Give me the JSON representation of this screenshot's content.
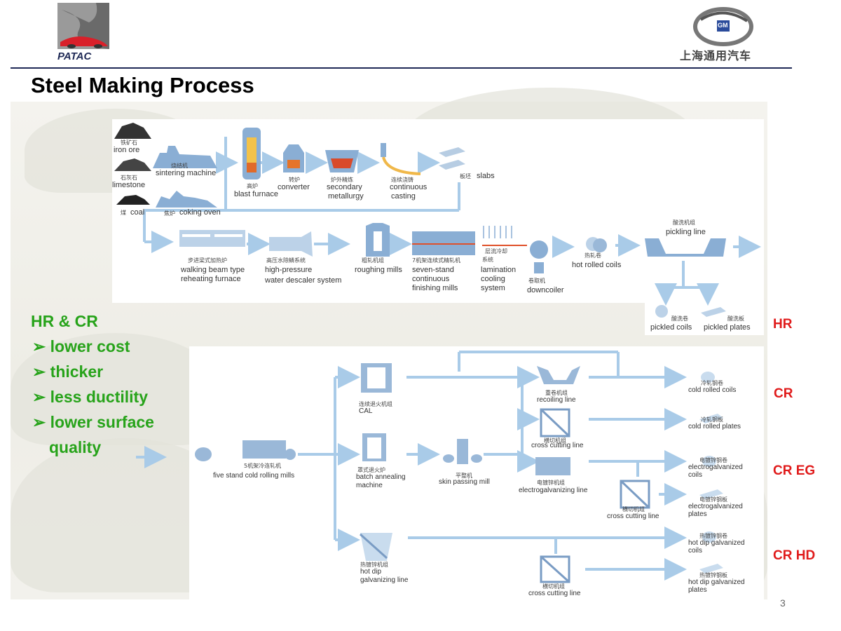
{
  "logo_left": {
    "text": "PATAC"
  },
  "logo_right": {
    "text": "上海通用汽车",
    "badge": "GM"
  },
  "title": "Steel Making Process",
  "page_number": "3",
  "top_flow": {
    "iron_ore": {
      "cn": "铁矿石",
      "en": "iron ore"
    },
    "limestone": {
      "cn": "石灰石",
      "en": "limestone"
    },
    "coal": {
      "cn": "煤",
      "en": "coal"
    },
    "sintering": {
      "cn": "烧结机",
      "en": "sintering machine"
    },
    "coking": {
      "cn": "焦炉",
      "en": "coking oven"
    },
    "blast_furnace": {
      "cn": "高炉",
      "en": "blast furnace"
    },
    "converter": {
      "cn": "转炉",
      "en": "converter"
    },
    "secondary": {
      "cn": "炉外精炼",
      "en1": "secondary",
      "en2": "metallurgy"
    },
    "casting": {
      "cn": "连续浇铸",
      "en1": "continuous",
      "en2": "casting"
    },
    "slabs": {
      "cn": "板坯",
      "en": "slabs"
    }
  },
  "hot_flow": {
    "walking_beam": {
      "cn": "步进梁式加热炉",
      "en1": "walking beam type",
      "en2": "reheating furnace"
    },
    "descaler": {
      "cn": "高压水除鳞系统",
      "en1": "high-pressure",
      "en2": "water descaler system"
    },
    "roughing": {
      "cn": "粗轧机组",
      "en": "roughing mills"
    },
    "finishing": {
      "cn": "7机架连续式精轧机",
      "en1": "seven-stand",
      "en2": "continuous",
      "en3": "finishing mills"
    },
    "cooling": {
      "cn1": "层流冷却",
      "cn2": "系统",
      "en1": "lamination",
      "en2": "cooling",
      "en3": "system"
    },
    "downcoiler": {
      "cn": "卷取机",
      "en": "downcoiler"
    },
    "hot_coils": {
      "cn": "热轧卷",
      "en": "hot rolled coils"
    },
    "pickling": {
      "cn": "酸洗机组",
      "en": "pickling line"
    },
    "pickled_coils": {
      "cn": "酸洗卷",
      "en": "pickled coils"
    },
    "pickled_plates": {
      "cn": "酸洗板",
      "en": "pickled plates"
    }
  },
  "cold_flow": {
    "cold_mills": {
      "cn": "5机架冷连轧机",
      "en": "five stand cold rolling mills"
    },
    "cal": {
      "cn": "连续退火机组",
      "en": "CAL"
    },
    "batch": {
      "cn": "罩式退火炉",
      "en1": "batch annealing",
      "en2": "machine"
    },
    "skin": {
      "cn": "平整机",
      "en": "skin passing mill"
    },
    "hot_dip": {
      "cn": "热镀锌机组",
      "en1": "hot dip",
      "en2": "galvanizing line"
    },
    "recoiling": {
      "cn": "重卷机组",
      "en": "recoiling line"
    },
    "cross1": {
      "cn": "横切机组",
      "en": "cross cutting line"
    },
    "electro": {
      "cn": "电镀锌机组",
      "en": "electrogalvanizing line"
    },
    "cross2": {
      "cn": "横切机组",
      "en": "cross cutting line"
    },
    "cross3": {
      "cn": "横切机组",
      "en": "cross cutting line"
    },
    "out_cr_coils": {
      "cn": "冷轧钢卷",
      "en": "cold rolled coils"
    },
    "out_cr_plates": {
      "cn": "冷轧钢板",
      "en": "cold rolled plates"
    },
    "out_eg_coils": {
      "cn": "电镀锌钢卷",
      "en1": "electrogalvanized",
      "en2": "coils"
    },
    "out_eg_plates": {
      "cn": "电镀锌钢板",
      "en1": "electrogalvanized",
      "en2": "plates"
    },
    "out_hd_coils": {
      "cn": "热镀锌钢卷",
      "en1": "hot dip galvanized",
      "en2": "coils"
    },
    "out_hd_plates": {
      "cn": "热镀锌钢板",
      "en1": "hot dip galvanized",
      "en2": "plates"
    }
  },
  "notes": {
    "heading": "HR & CR",
    "items": [
      "lower cost",
      "thicker",
      "less ductility",
      "lower surface"
    ],
    "continuation": "quality"
  },
  "tags": {
    "hr": "HR",
    "cr": "CR",
    "cr_eg": "CR EG",
    "cr_hd": "CR HD"
  },
  "colors": {
    "flow": "#a9cbe8",
    "green": "#27a31a",
    "red": "#e01b1b",
    "navy": "#1f2a56"
  }
}
